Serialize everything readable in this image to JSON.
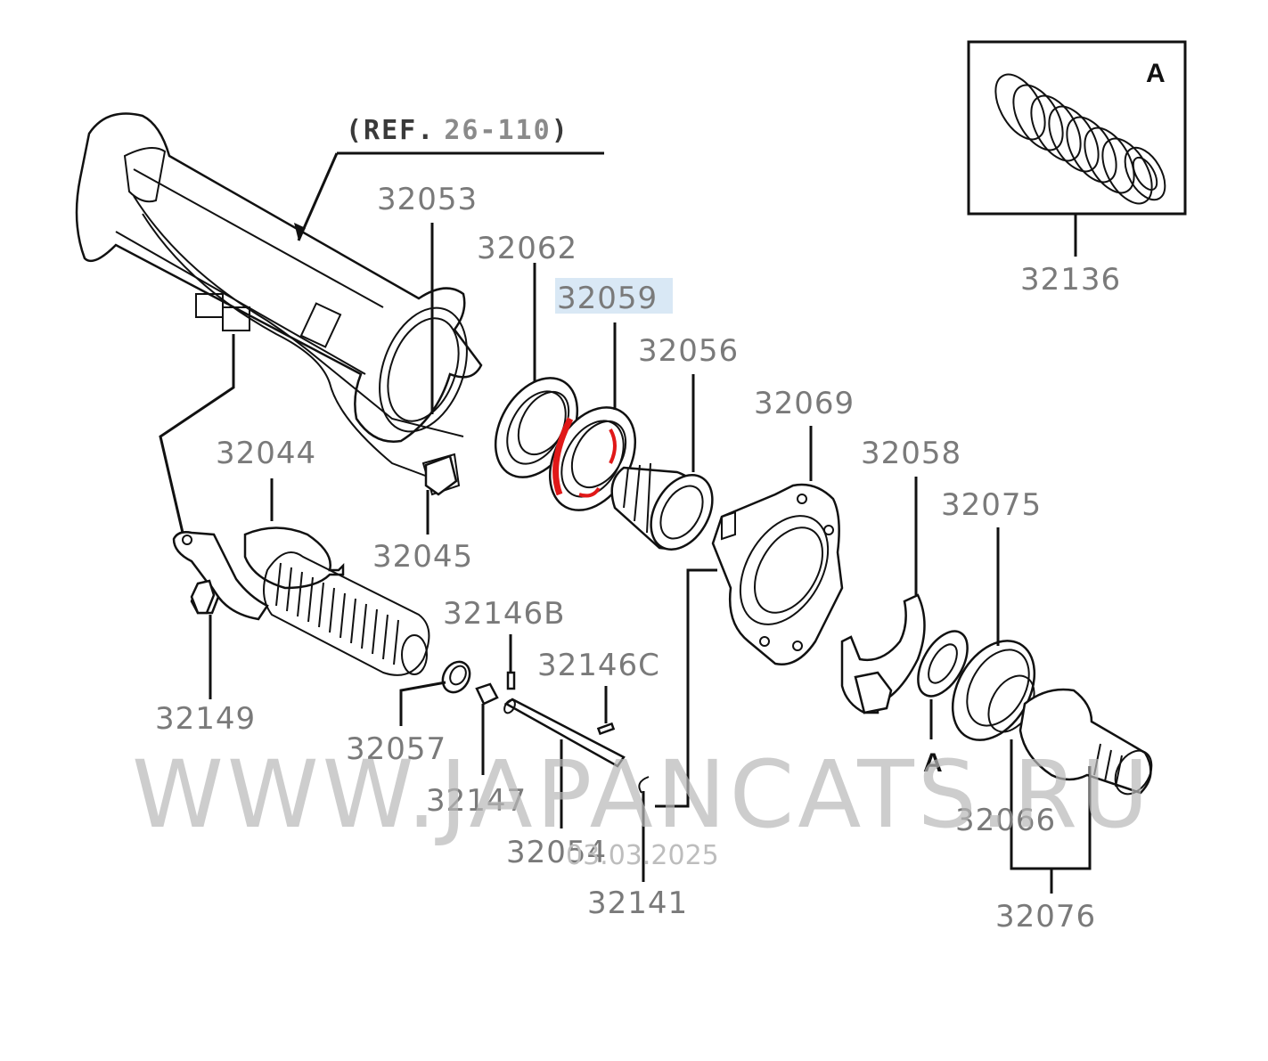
{
  "reference": {
    "prefix": "(REF.",
    "number": "26-110",
    "suffix": ")"
  },
  "inset": {
    "letter": "A"
  },
  "connector_letter": "A",
  "highlighted_part": "32059",
  "highlight_color": "#e01818",
  "highlight_bg": "#d9e8f5",
  "watermark": "WWW.JAPANCATS.RU",
  "datestamp": "03.03.2025",
  "parts": {
    "p32053": "32053",
    "p32062": "32062",
    "p32059": "32059",
    "p32056": "32056",
    "p32069": "32069",
    "p32058": "32058",
    "p32075": "32075",
    "p32136": "32136",
    "p32044": "32044",
    "p32045": "32045",
    "p32146B": "32146B",
    "p32146C": "32146C",
    "p32149": "32149",
    "p32057": "32057",
    "p32147": "32147",
    "p32054": "32054",
    "p32141": "32141",
    "p32066": "32066",
    "p32076": "32076"
  }
}
